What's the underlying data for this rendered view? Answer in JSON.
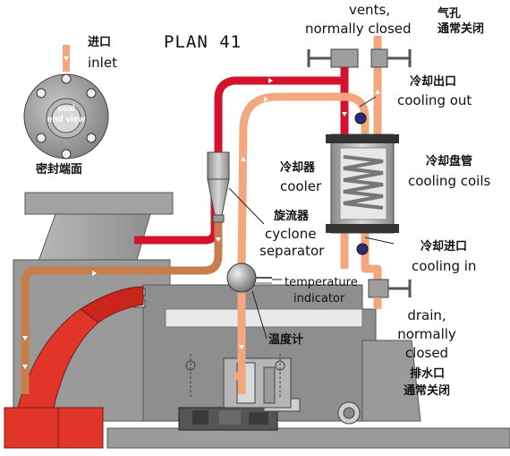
{
  "title": "PLAN 41",
  "labels": {
    "inlet_zh": "进口",
    "inlet_en": "inlet",
    "seal_end_view_zh": "密封端面",
    "seal_end_view_en_line1": "seal",
    "seal_end_view_en_line2": "end view",
    "vents_en_line1": "vents,",
    "vents_en_line2": "normally closed",
    "vents_zh_line1": "气孔",
    "vents_zh_line2": "通常关闭",
    "cooling_out_zh": "冷却出口",
    "cooling_out_en": "cooling out",
    "cooler_zh": "冷却器",
    "cooler_en": "cooler",
    "cooling_coils_zh": "冷却盘管",
    "cooling_coils_en": "cooling coils",
    "cyclone_zh": "旋流器",
    "cyclone_en_line1": "cyclone",
    "cyclone_en_line2": "separator",
    "cooling_in_zh": "冷却进口",
    "cooling_in_en": "cooling in",
    "temperature_en_line1": "temperature",
    "temperature_en_line2": "indicator",
    "thermometer_zh": "温度计",
    "drain_en_line1": "drain,",
    "drain_en_line2": "normally",
    "drain_en_line3": "closed",
    "drain_zh_line1": "排水口",
    "drain_zh_line2": "通常关闭"
  },
  "colors": {
    "hot_line": "#d3132e",
    "cool_line": "#f2a77e",
    "return_line": "#c87e4b",
    "casing": "#a9a9a9",
    "casing_dark": "#6b6b6b",
    "impeller": "#e2352a",
    "seal_face": "#9c9c9c",
    "arrow": "#ffffff"
  }
}
